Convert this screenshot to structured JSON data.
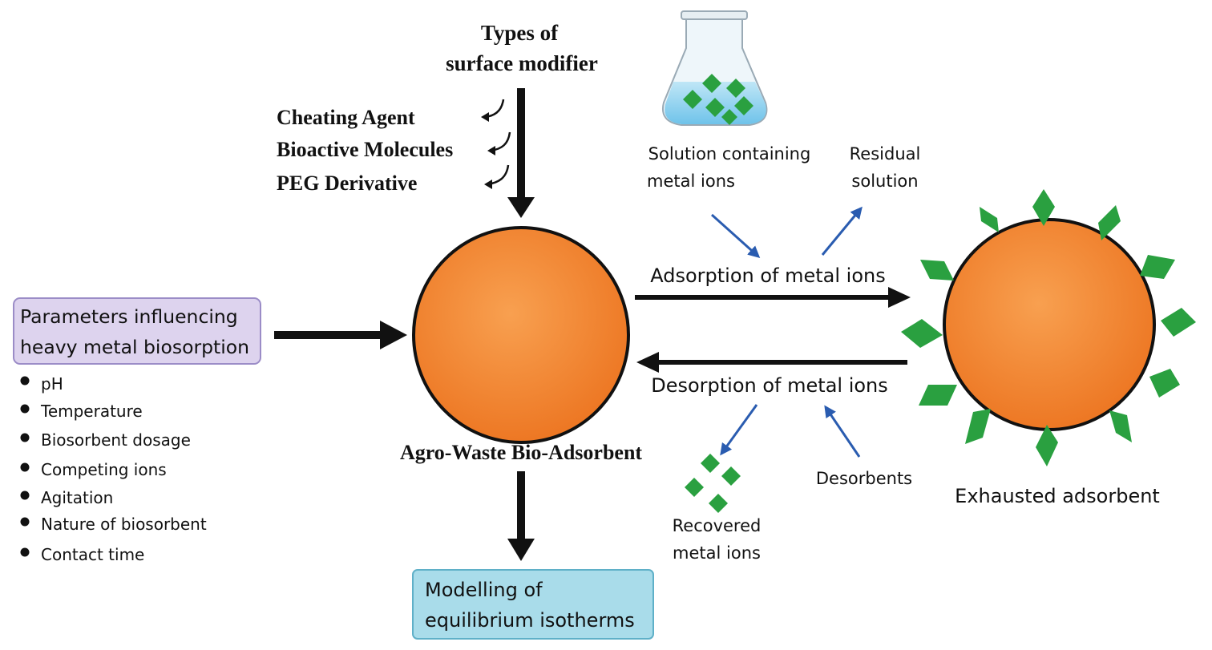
{
  "modifier": {
    "title_line1": "Types of",
    "title_line2": "surface modifier",
    "items": [
      "Cheating Agent",
      "Bioactive Molecules",
      "PEG Derivative"
    ]
  },
  "center": {
    "label": "Agro-Waste Bio-Adsorbent"
  },
  "parameters": {
    "title_line1": "Parameters influencing",
    "title_line2": "heavy metal biosorption",
    "items": [
      "pH",
      "Temperature",
      "Biosorbent dosage",
      "Competing ions",
      "Agitation",
      "Nature of biosorbent",
      "Contact time"
    ]
  },
  "modelling": {
    "line1": "Modelling of",
    "line2": "equilibrium isotherms"
  },
  "solution": {
    "line1": "Solution containing",
    "line2": "metal ions"
  },
  "residual": {
    "line1": "Residual",
    "line2": "solution"
  },
  "adsorption_label": "Adsorption of metal ions",
  "desorption_label": "Desorption of metal ions",
  "recovered": {
    "line1": "Recovered",
    "line2": "metal ions"
  },
  "desorbents_label": "Desorbents",
  "exhausted_label": "Exhausted adsorbent",
  "colors": {
    "orange": "#f0842a",
    "green": "#2a9a3a",
    "blue_arrow": "#2a5cb0",
    "param_box_fill": "#ddd3ee",
    "param_box_stroke": "#9b8cc7",
    "model_box_fill": "#a9dcea",
    "model_box_stroke": "#5fb0c8"
  }
}
